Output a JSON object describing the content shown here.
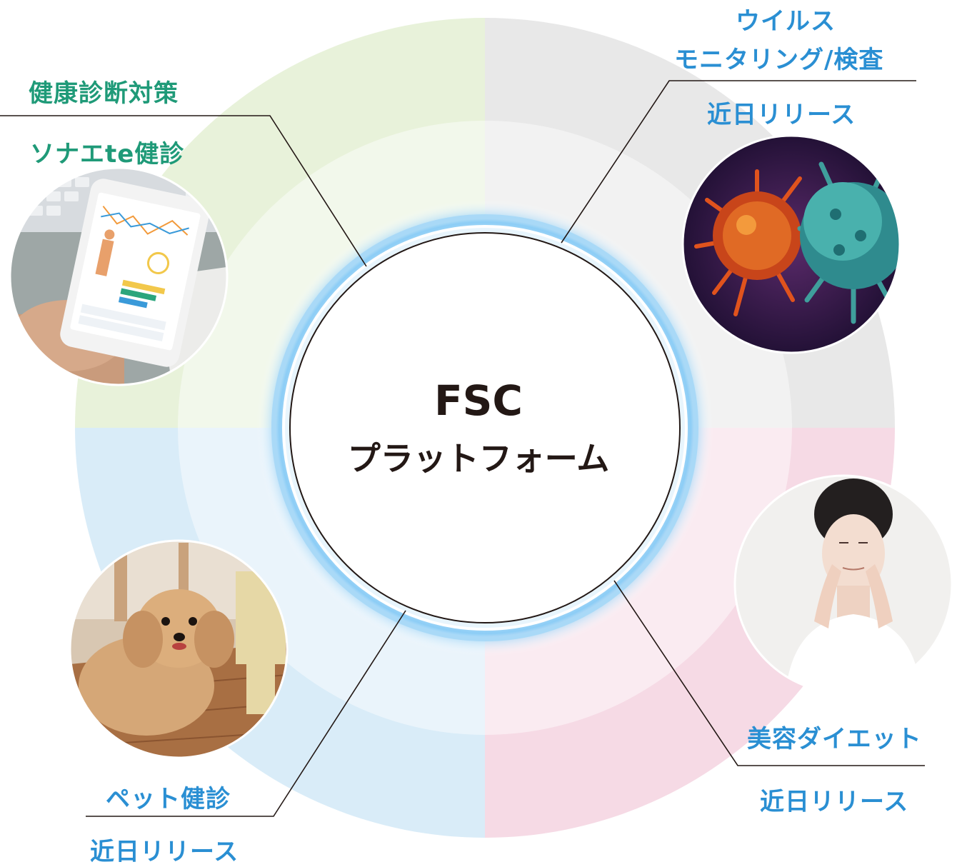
{
  "center": {
    "title": "FSC",
    "subtitle": "プラットフォーム"
  },
  "segments": {
    "health": {
      "category": "健康診断対策",
      "product": "ソナエte健診",
      "color": "#1f9a78"
    },
    "virus": {
      "category_line1": "ウイルス",
      "category_line2": "モニタリング/検査",
      "status": "近日リリース",
      "color": "#2a8fd3"
    },
    "beauty": {
      "category": "美容ダイエット",
      "status": "近日リリース",
      "color": "#2a8fd3"
    },
    "pet": {
      "category": "ペット健診",
      "status": "近日リリース",
      "color": "#2a8fd3"
    }
  },
  "quadrant_colors": {
    "top_left": "#e7f2d9",
    "top_right": "#e9e9e9",
    "bottom_left": "#d9ecf8",
    "bottom_right": "#f6dbe6"
  },
  "photos": [
    "smartphone-health-app-photo",
    "virus-photo",
    "woman-skincare-photo",
    "dog-photo"
  ]
}
